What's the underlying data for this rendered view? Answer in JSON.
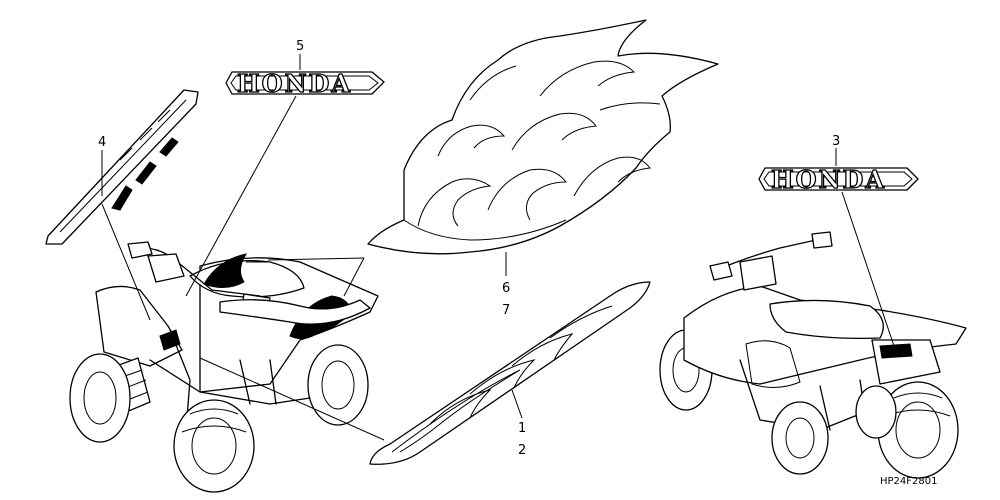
{
  "callouts": {
    "c1": "1",
    "c2": "2",
    "c3": "3",
    "c4": "4",
    "c5": "5",
    "c6": "6",
    "c7": "7"
  },
  "emblems": {
    "top": "HONDA",
    "right": "HONDA"
  },
  "diagram_code": "HP24F2801",
  "colors": {
    "ink": "#000000",
    "paper": "#ffffff"
  }
}
